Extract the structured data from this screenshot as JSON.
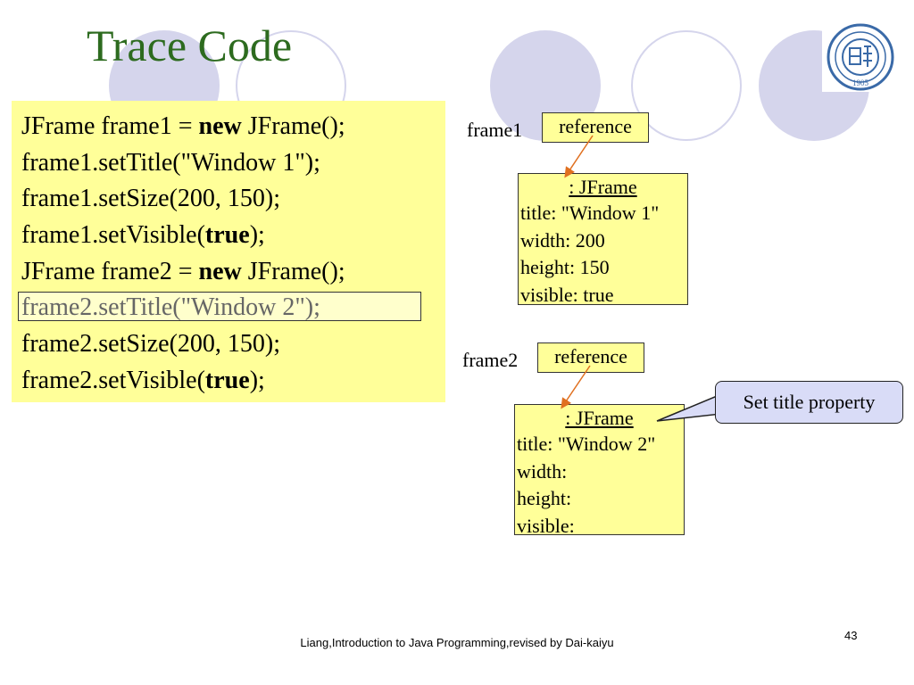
{
  "slide": {
    "title": "Trace Code",
    "footer": "Liang,Introduction to Java Programming,revised by Dai-kaiyu",
    "page_number": "43",
    "logo": {
      "icon": "university-seal-icon",
      "text": "1905"
    }
  },
  "code": {
    "lines": [
      {
        "pre": "JFrame frame1 = ",
        "kw": "new",
        "post": " JFrame();"
      },
      {
        "pre": "frame1.setTitle(\"Window 1\");",
        "kw": "",
        "post": ""
      },
      {
        "pre": "frame1.setSize(200, 150);",
        "kw": "",
        "post": ""
      },
      {
        "pre": "frame1.setVisible(",
        "kw": "true",
        "post": ");"
      },
      {
        "pre": "JFrame frame2 = ",
        "kw": "new",
        "post": " JFrame();"
      },
      {
        "pre": "frame2.setTitle(\"Window 2\");",
        "kw": "",
        "post": ""
      },
      {
        "pre": "frame2.setSize(200, 150);",
        "kw": "",
        "post": ""
      },
      {
        "pre": "frame2.setVisible(",
        "kw": "true",
        "post": ");"
      }
    ],
    "current_line": 6
  },
  "memory": {
    "frame1": {
      "var": "frame1",
      "ref": "reference",
      "object": {
        "header": ": JFrame",
        "fields": [
          "title: \"Window 1\"",
          "width: 200",
          "height: 150",
          "visible: true"
        ]
      }
    },
    "frame2": {
      "var": "frame2",
      "ref": "reference",
      "object": {
        "header": ": JFrame",
        "fields": [
          "title: \"Window 2\"",
          "width:",
          "height:",
          "visible:"
        ]
      }
    }
  },
  "callout": {
    "text": "Set title property"
  },
  "colors": {
    "title": "#2d6b1f",
    "code_bg": "#ffff99",
    "decor_circle": "#d5d5ec",
    "callout_bg": "#d9dcf7",
    "arrow": "#e07020"
  }
}
